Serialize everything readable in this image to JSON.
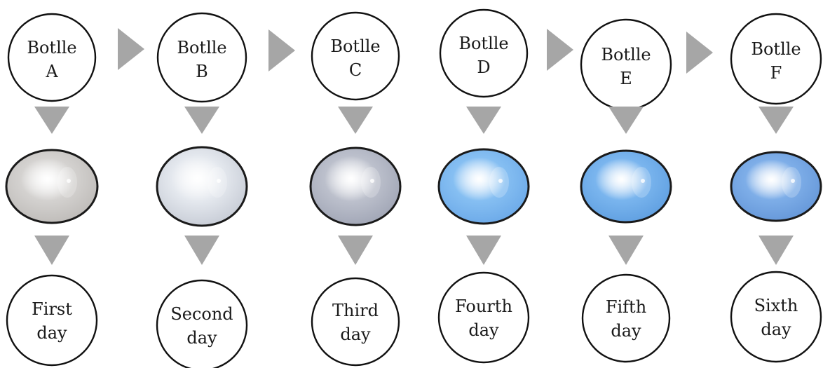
{
  "columns": [
    {
      "bottle_line1": "Botlle",
      "bottle_line2": "A",
      "day_line1": "First",
      "day_line2": "day",
      "sample_color": "#d4d2d0",
      "sample_edge": "#bdbab7"
    },
    {
      "bottle_line1": "Botlle",
      "bottle_line2": "B",
      "day_line1": "Second",
      "day_line2": "day",
      "sample_color": "#e4e8ee",
      "sample_edge": "#c5cad4"
    },
    {
      "bottle_line1": "Botlle",
      "bottle_line2": "C",
      "day_line1": "Third",
      "day_line2": "day",
      "sample_color": "#bcc0cc",
      "sample_edge": "#9fa4b4"
    },
    {
      "bottle_line1": "Botlle",
      "bottle_line2": "D",
      "day_line1": "Fourth",
      "day_line2": "day",
      "sample_color": "#86bff2",
      "sample_edge": "#6aa8e8"
    },
    {
      "bottle_line1": "Botlle",
      "bottle_line2": "E",
      "day_line1": "Fifth",
      "day_line2": "day",
      "sample_color": "#7ab5ee",
      "sample_edge": "#5e9ee0"
    },
    {
      "bottle_line1": "Botlle",
      "bottle_line2": "F",
      "day_line1": "Sixth",
      "day_line2": "day",
      "sample_color": "#7eaee8",
      "sample_edge": "#6496d8"
    }
  ],
  "colors": {
    "arrow": "#a6a6a6",
    "outline": "#111111",
    "circle_fill": "#ffffff"
  }
}
